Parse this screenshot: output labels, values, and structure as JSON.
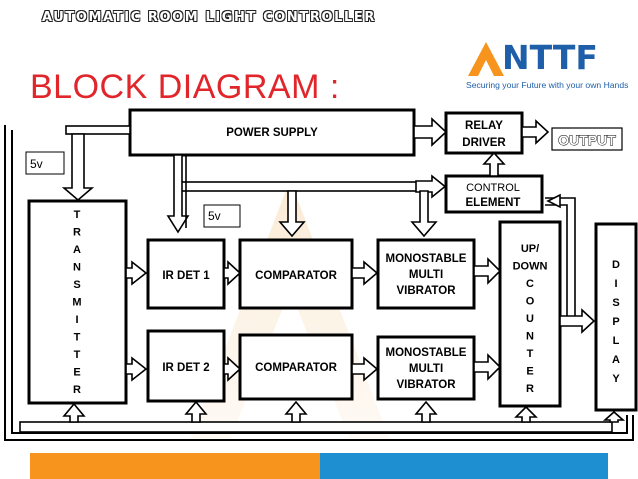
{
  "slide": {
    "title": "AUTOMATIC ROOM LIGHT CONTROLLER",
    "heading": "BLOCK DIAGRAM :"
  },
  "logo": {
    "wordmark": "NTTF",
    "tagline": "Securing your Future with your own Hands",
    "colors": {
      "orange": "#f7941d",
      "blue": "#1f5ea8"
    }
  },
  "diagram": {
    "power_supply": "POWER SUPPLY",
    "relay_driver": [
      "RELAY",
      "DRIVER"
    ],
    "output": "OUTPUT",
    "control_element": [
      "CONTROL",
      "ELEMENT"
    ],
    "supply_5v_a": "5v",
    "supply_5v_b": "5v",
    "transmitter": [
      "T",
      "R",
      "A",
      "N",
      "S",
      "M",
      "I",
      "T",
      "T",
      "E",
      "R"
    ],
    "ir_det_1": "IR DET 1",
    "ir_det_2": "IR DET 2",
    "comparator_1": "COMPARATOR",
    "comparator_2": "COMPARATOR",
    "monostable_1": [
      "MONOSTABLE",
      "MULTI",
      "VIBRATOR"
    ],
    "monostable_2": [
      "MONOSTABLE",
      "MULTI",
      "VIBRATOR"
    ],
    "counter": [
      "UP/",
      "DOWN",
      "C",
      "O",
      "U",
      "N",
      "T",
      "E",
      "R"
    ],
    "display": [
      "D",
      "I",
      "S",
      "P",
      "L",
      "A",
      "Y"
    ]
  },
  "footer": {
    "colors": [
      "#f7941d",
      "#1e8fd1"
    ]
  }
}
